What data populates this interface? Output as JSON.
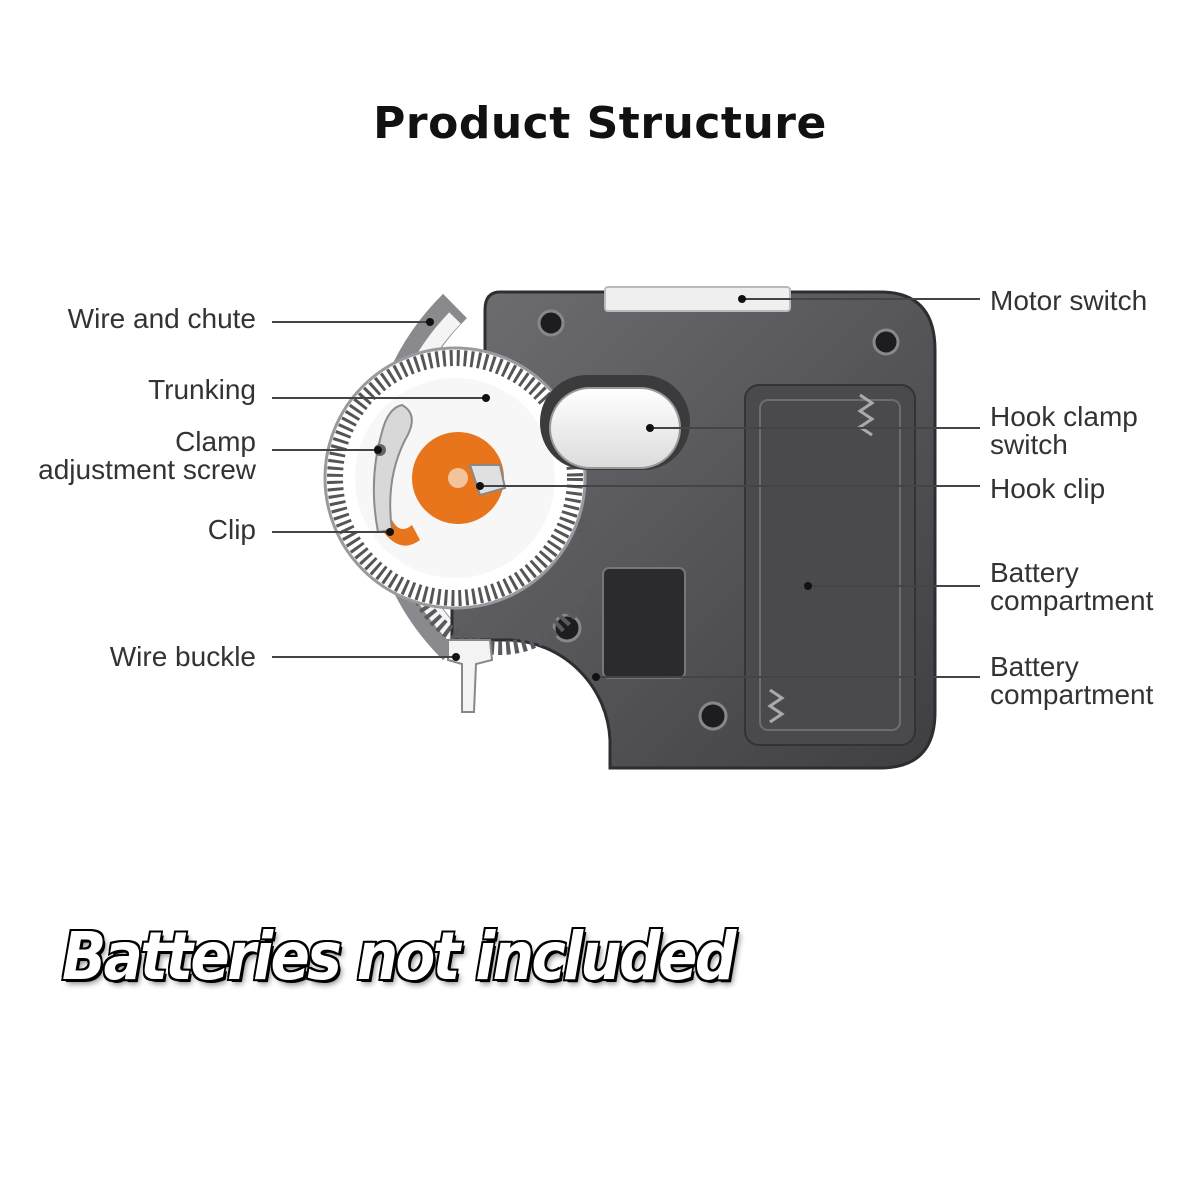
{
  "title": "Product Structure",
  "labels_left": {
    "wire_and_chute": "Wire and chute",
    "trunking": "Trunking",
    "clamp_adjustment_screw": "Clamp\nadjustment screw",
    "clip": "Clip",
    "wire_buckle": "Wire buckle"
  },
  "labels_right": {
    "motor_switch": "Motor switch",
    "hook_clamp_switch": "Hook clamp\nswitch",
    "hook_clip": "Hook clip",
    "battery_compartment_1": "Battery\ncompartment",
    "battery_compartment_2": "Battery\ncompartment"
  },
  "footer_note": "Batteries not included",
  "colors": {
    "body": "#5b5b5e",
    "accent": "#e8741c",
    "leader_line": "#444444"
  }
}
